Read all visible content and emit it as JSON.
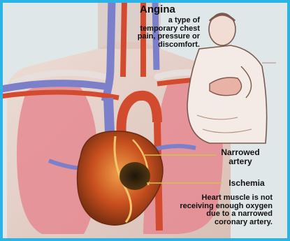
{
  "angina": {
    "title": "Angina",
    "description": "a type of temporary chest pain, pressure or discomfort."
  },
  "labels": {
    "narrowed_artery": "Narrowed artery",
    "ischemia": "Ischemia",
    "ischemia_description": "Heart muscle is not receiving enough oxygen due to a narrowed coronary artery."
  },
  "colors": {
    "background": "#dfe7e8",
    "frame": "#2bb3e6",
    "lung": "#e58a92",
    "vessel_blue": "#7c7fc9",
    "artery_red": "#d34b2f",
    "heart": "#c84f1e",
    "ischemia_dark": "#3a2a10",
    "leader_line": "#d4c24a"
  },
  "icons": [
    "person-in-pain-illustration",
    "heart-illustration"
  ]
}
